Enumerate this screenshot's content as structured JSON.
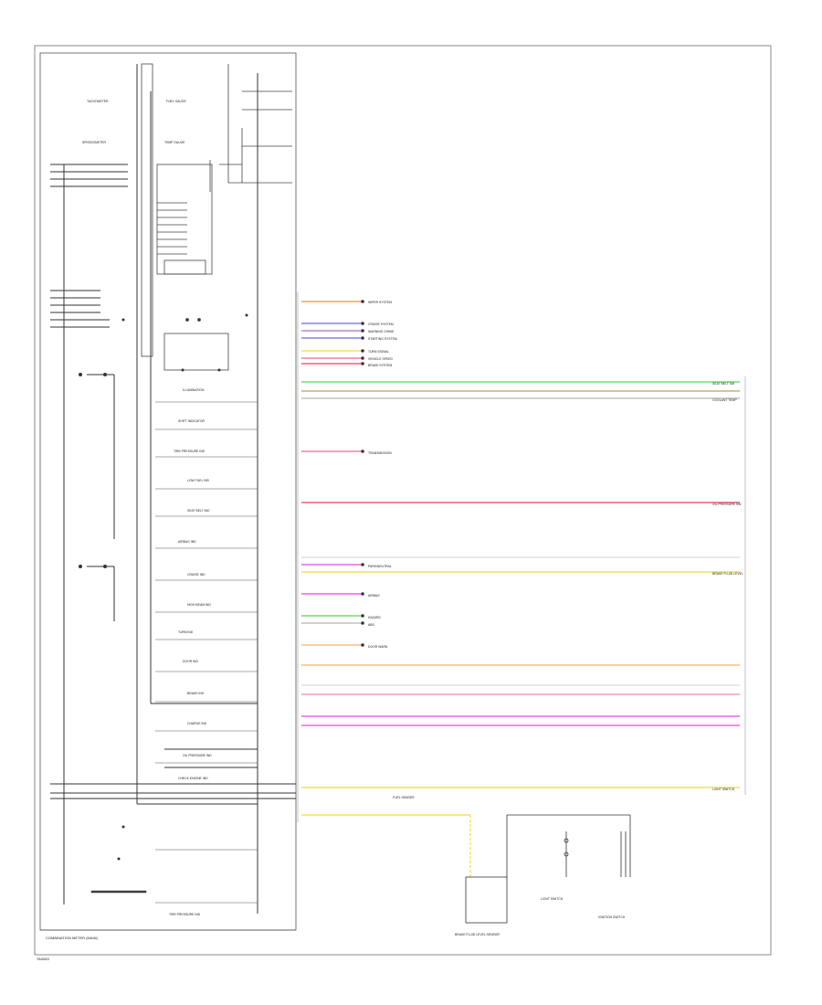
{
  "footer": {
    "caption": "COMBINATION METER (MAIN)",
    "corner_code": "TA0083"
  },
  "colors": {
    "line": "#333333",
    "frame": "#888888",
    "orange": "#f4a460",
    "blue": "#8080f0",
    "violet": "#c080e0",
    "yellow": "#f0e060",
    "pink": "#f080a0",
    "red": "#f06070",
    "green": "#70e070",
    "tan": "#c8b070",
    "gray": "#c0c0c0",
    "lightgray": "#e0e0e0",
    "magenta": "#f060f0",
    "lightorange": "#f8c080",
    "palepink": "#f0a0b0"
  },
  "left_labels": {
    "tachometer": "TACHOMETER",
    "fuel_gauge": "FUEL GAUGE",
    "speedometer": "SPEEDOMETER",
    "temp_gauge": "TEMP GAUGE",
    "illumination": "ILLUMINATION",
    "shift_indicator": "SHIFT INDICATOR",
    "tpms": "TIRE PRESSURE IND",
    "low_fuel": "LOW FUEL IND",
    "seat_belt": "SEAT BELT IND",
    "airbag": "AIRBAG IND",
    "cruise": "CRUISE IND",
    "high_beam": "HIGH BEAM IND",
    "turn": "TURN IND",
    "door": "DOOR IND",
    "brake": "BRAKE IND",
    "charge": "CHARGE IND",
    "oil": "OIL PRESSURE IND",
    "cel": "CHECK ENGINE IND",
    "tire_pressure": "TIRE PRESSURE IND"
  },
  "right_labels": {
    "wiper": "WIPER SYSTEM",
    "cruise": "CRUISE SYSTEM",
    "warning": "WARNING CHIME",
    "starting": "STARTING SYSTEM",
    "turn": "TURN SIGNAL",
    "vehicle": "VEHICLE SPEED",
    "brake": "BRAKE SYSTEM",
    "trans": "TRANSMISSION",
    "park": "PARK/NEUTRAL",
    "airbag": "AIRBAG",
    "hazard": "HAZARD",
    "abs": "ABS",
    "door": "DOOR WARN",
    "fuel": "FUEL SENDER",
    "seat": "SEAT BELT SW",
    "coolant": "COOLANT TEMP",
    "oil": "OIL PRESSURE SW",
    "brake_fluid": "BRAKE FLUID LEVEL",
    "light": "LIGHT SWITCH"
  },
  "bottom_components": {
    "sensor": "BRAKE FLUID LEVEL SENSOR",
    "switch": "LIGHT SWITCH",
    "ignition": "IGNITION SWITCH"
  }
}
